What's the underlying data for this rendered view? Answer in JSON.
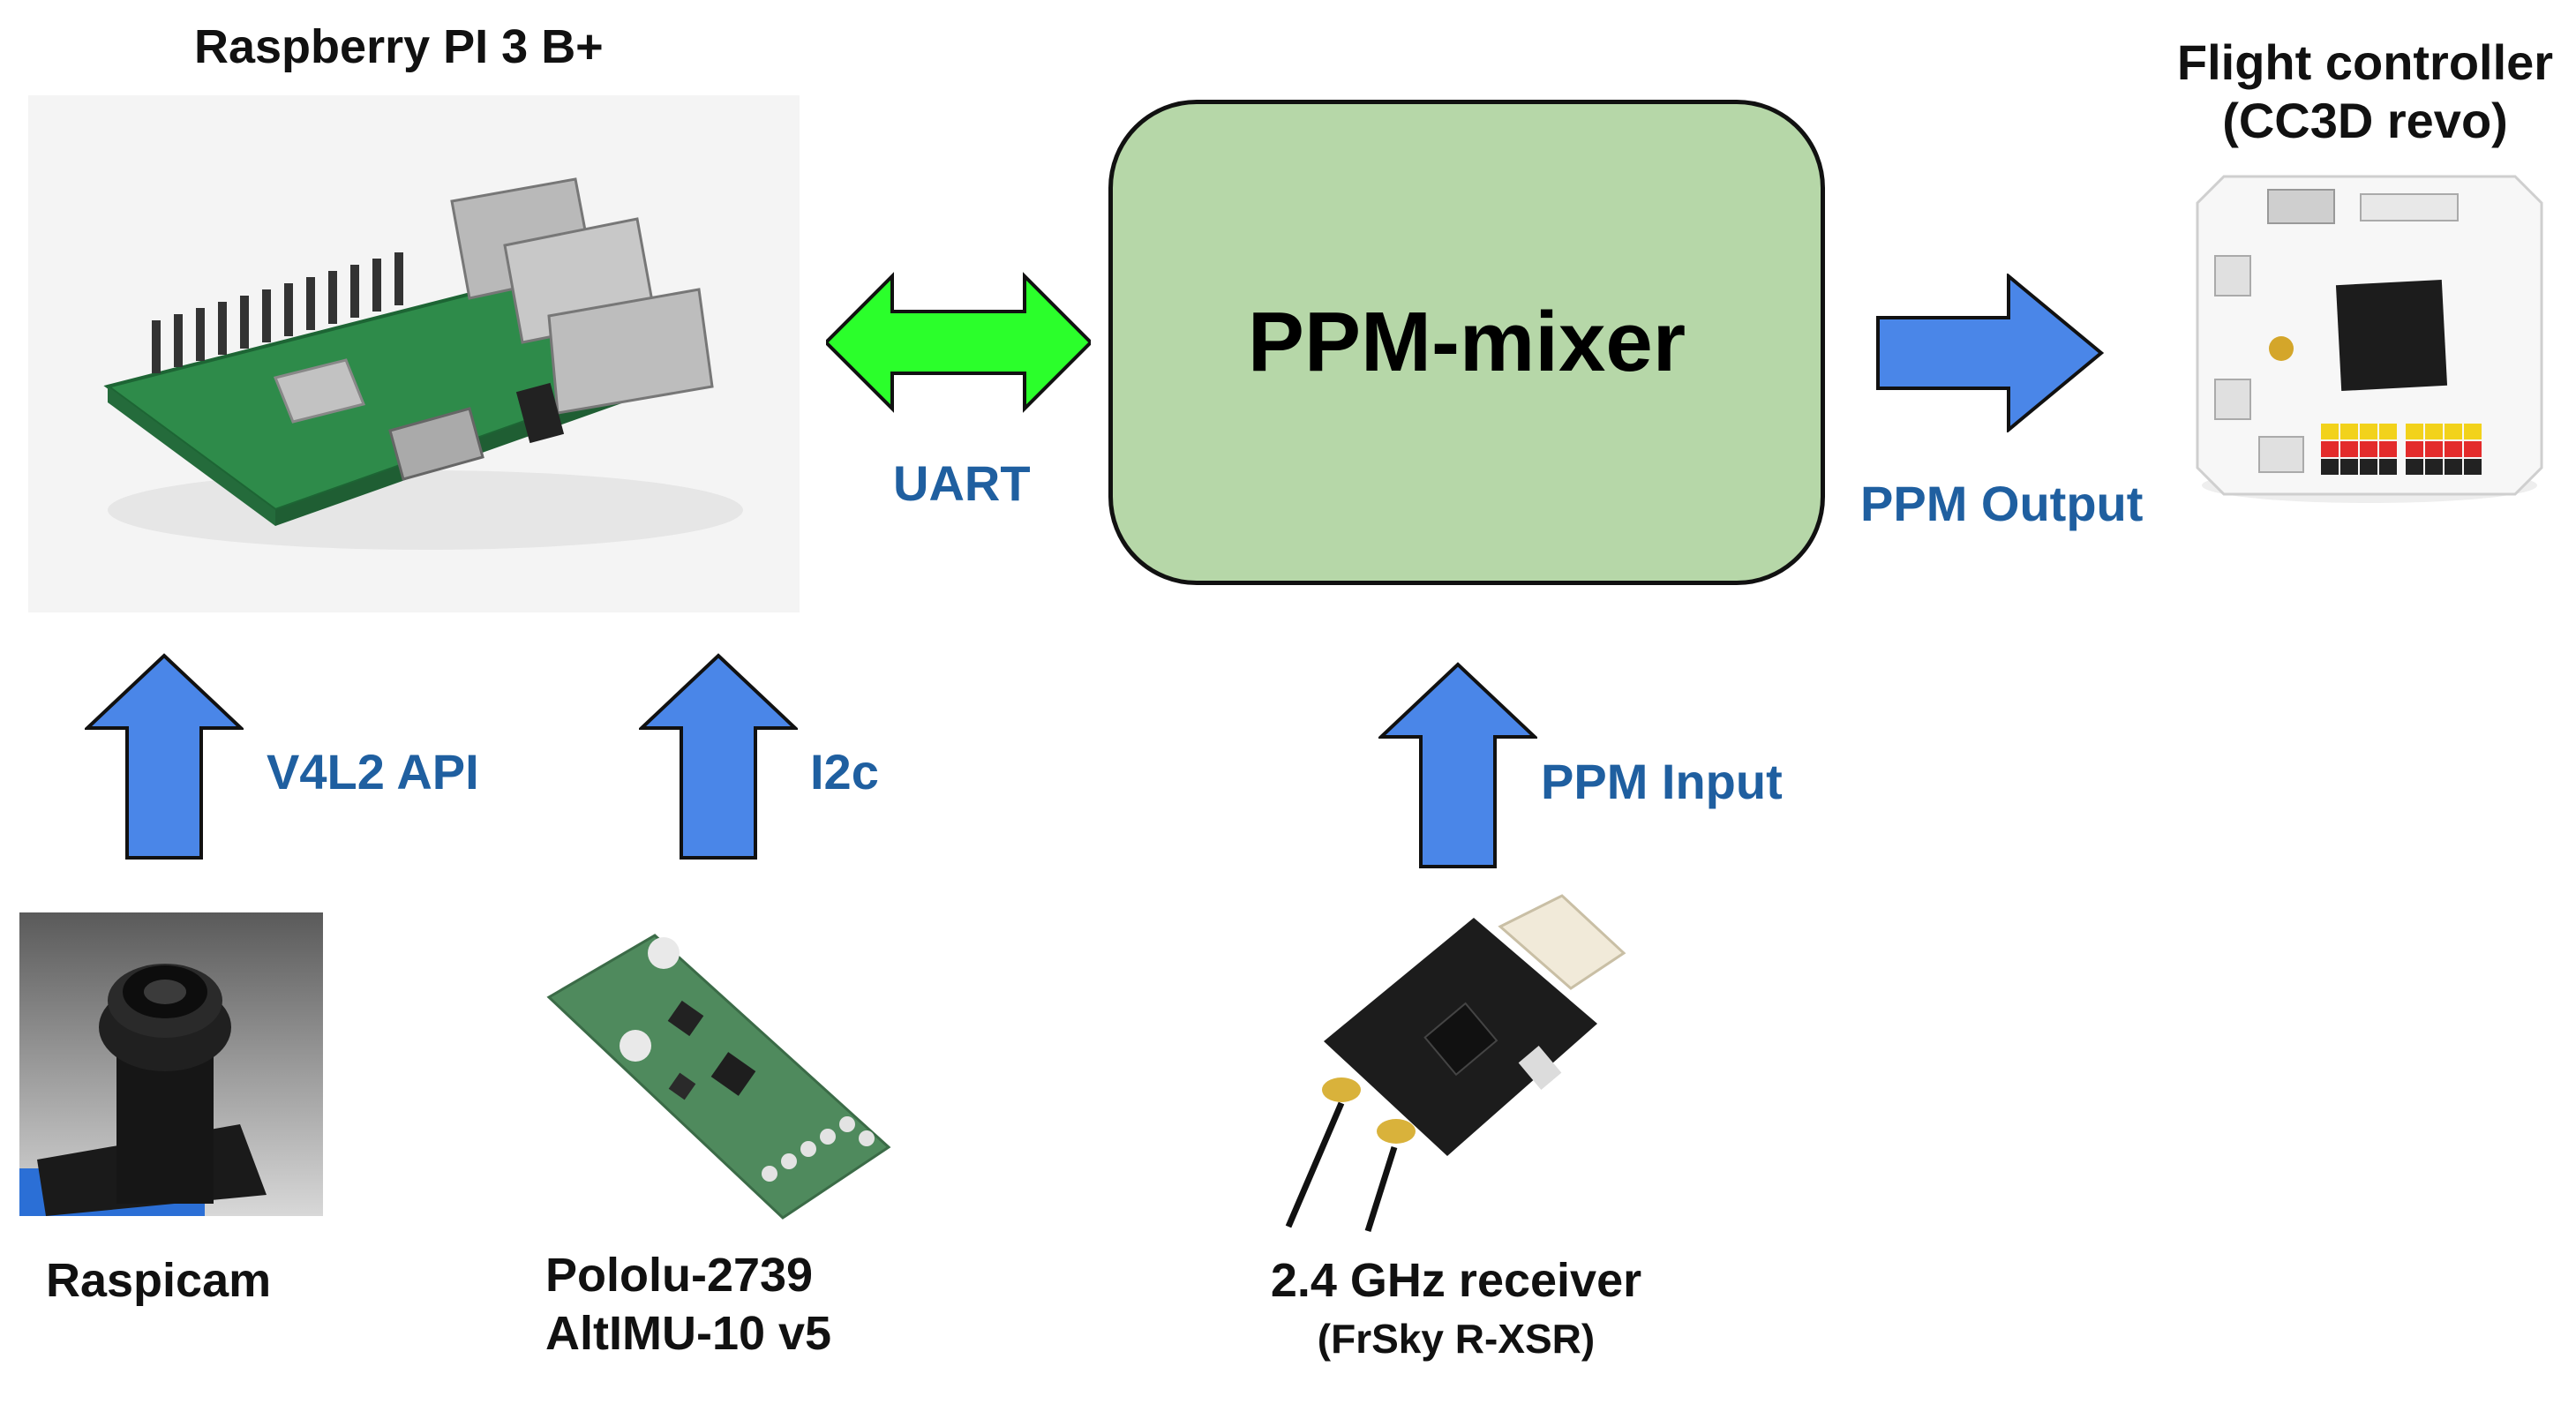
{
  "nodes": {
    "raspberry_pi": {
      "title": "Raspberry PI 3 B+"
    },
    "flight_controller": {
      "title_line1": "Flight controller",
      "title_line2": "(CC3D revo)"
    },
    "mixer": {
      "label": "PPM-mixer"
    },
    "raspicam": {
      "title": "Raspicam"
    },
    "imu": {
      "title_line1": "Pololu-2739",
      "title_line2": "AltIMU-10 v5"
    },
    "receiver": {
      "title": "2.4 GHz receiver",
      "subtitle": "(FrSky R-XSR)"
    }
  },
  "edges": {
    "uart": {
      "label": "UART",
      "color": "#2bff2b"
    },
    "ppm_output": {
      "label": "PPM Output",
      "color": "#4a86e8"
    },
    "v4l2": {
      "label": "V4L2 API",
      "color": "#4a86e8"
    },
    "i2c": {
      "label": "I2c",
      "color": "#4a86e8"
    },
    "ppm_input": {
      "label": "PPM Input",
      "color": "#4a86e8"
    }
  },
  "colors": {
    "label_blue": "#1f5fa0",
    "mixer_fill": "#b6d7a8"
  }
}
